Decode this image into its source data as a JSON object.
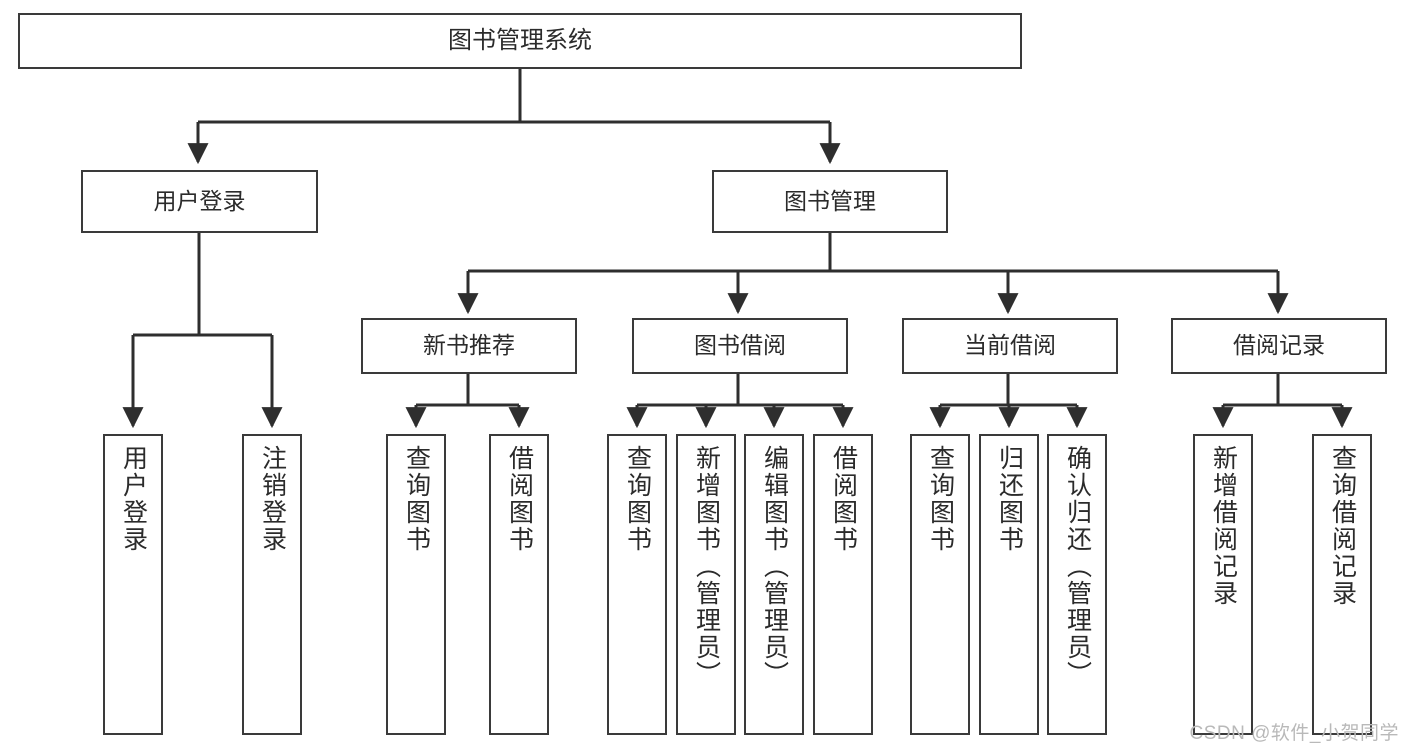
{
  "diagram": {
    "title": "图书管理系统",
    "type": "tree-hierarchy-chart",
    "root": {
      "id": "root",
      "label": "图书管理系统"
    },
    "level1": [
      {
        "id": "user-login",
        "label": "用户登录"
      },
      {
        "id": "book-management",
        "label": "图书管理"
      }
    ],
    "level2": [
      {
        "id": "new-book-recommend",
        "label": "新书推荐",
        "parent": "book-management"
      },
      {
        "id": "book-borrow",
        "label": "图书借阅",
        "parent": "book-management"
      },
      {
        "id": "current-borrow",
        "label": "当前借阅",
        "parent": "book-management"
      },
      {
        "id": "borrow-record",
        "label": "借阅记录",
        "parent": "book-management"
      }
    ],
    "leaves": [
      {
        "id": "leaf-user-login",
        "label": "用户登录",
        "parent": "user-login"
      },
      {
        "id": "leaf-logout-login",
        "label": "注销登录",
        "parent": "user-login"
      },
      {
        "id": "leaf-query-book-1",
        "label": "查询图书",
        "parent": "new-book-recommend"
      },
      {
        "id": "leaf-borrow-book-1",
        "label": "借阅图书",
        "parent": "new-book-recommend"
      },
      {
        "id": "leaf-query-book-2",
        "label": "查询图书",
        "parent": "book-borrow"
      },
      {
        "id": "leaf-add-book",
        "label": "新增图书（管理员）",
        "parent": "book-borrow"
      },
      {
        "id": "leaf-edit-book",
        "label": "编辑图书（管理员）",
        "parent": "book-borrow"
      },
      {
        "id": "leaf-borrow-book-2",
        "label": "借阅图书",
        "parent": "book-borrow"
      },
      {
        "id": "leaf-query-book-3",
        "label": "查询图书",
        "parent": "current-borrow"
      },
      {
        "id": "leaf-return-book",
        "label": "归还图书",
        "parent": "current-borrow"
      },
      {
        "id": "leaf-confirm-return",
        "label": "确认归还（管理员）",
        "parent": "current-borrow"
      },
      {
        "id": "leaf-add-record",
        "label": "新增借阅记录",
        "parent": "borrow-record"
      },
      {
        "id": "leaf-query-record",
        "label": "查询借阅记录",
        "parent": "borrow-record"
      }
    ],
    "colors": {
      "box_border": "#3a3a3a",
      "box_fill": "#ffffff",
      "connector": "#2e2e2e",
      "text": "#2b2b2b",
      "watermark": "#b9b9b9"
    }
  },
  "watermark": {
    "text": "CSDN @软件_小贺同学"
  }
}
